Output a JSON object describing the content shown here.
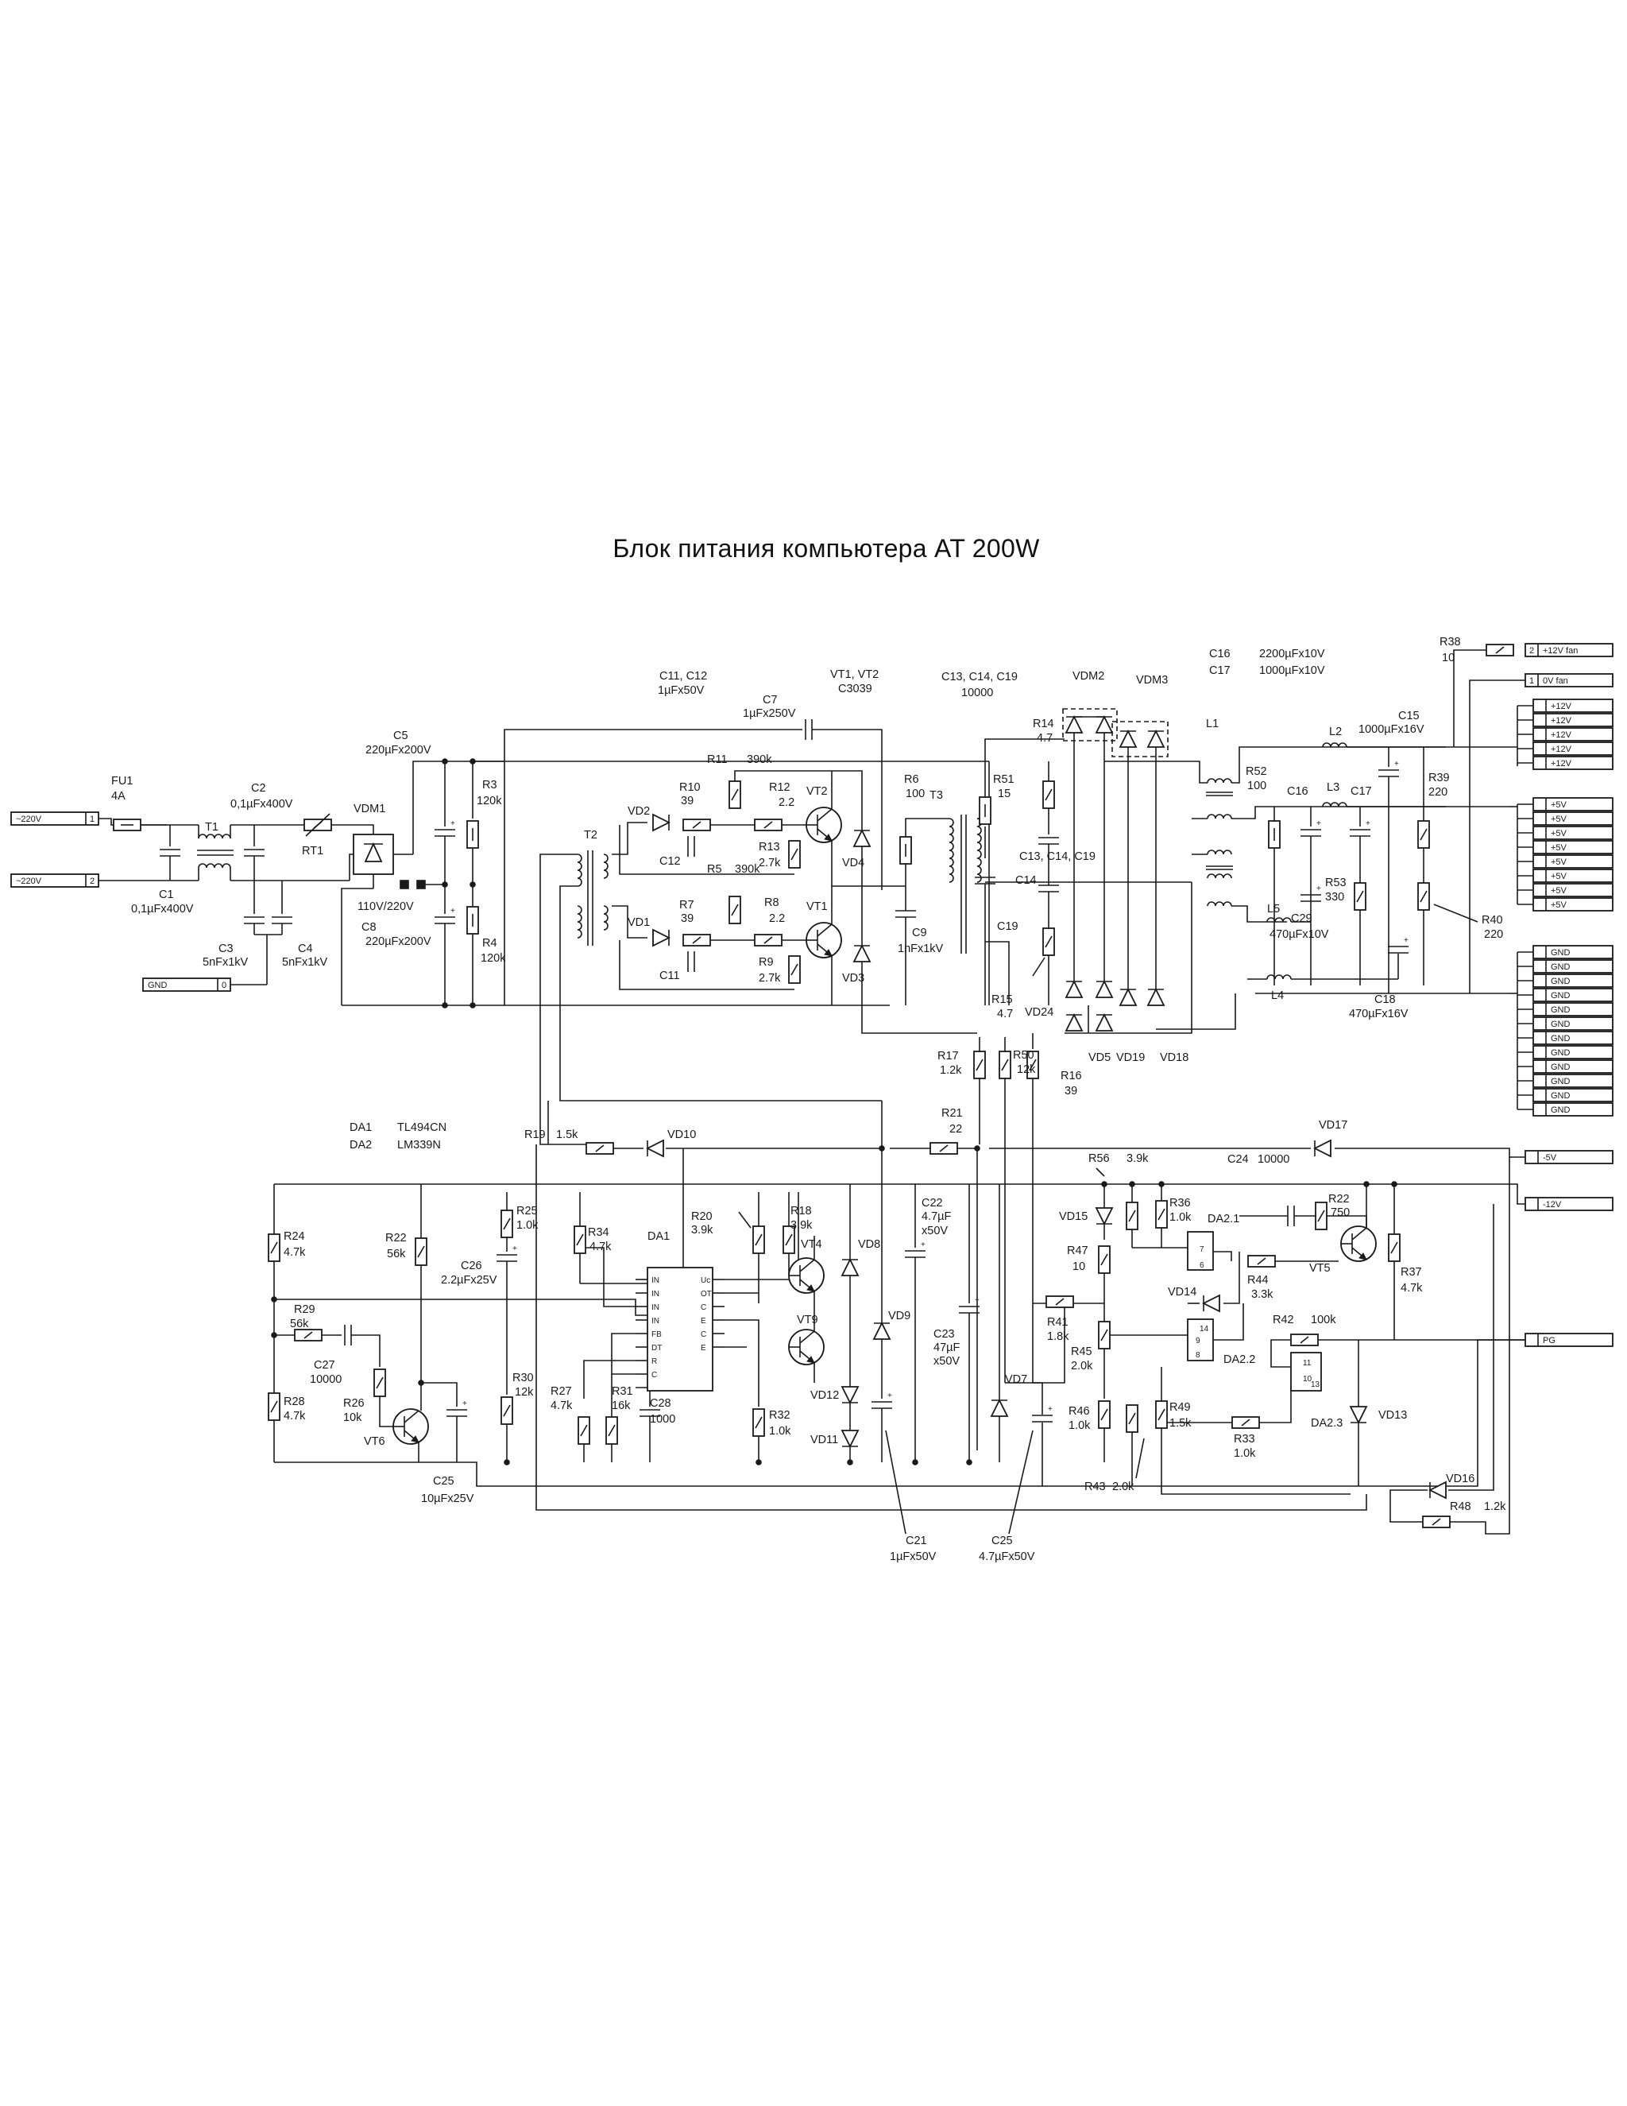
{
  "title": "Блок питания компьютера  AT 200W",
  "labels": {
    "c11c12": "C11, C12",
    "c11c12v": "1µFx50V",
    "vt12": "VT1, VT2",
    "vt12v": "C3039",
    "c7": "C7",
    "c7v": "1µFx250V",
    "c13": "C13, C14, C19",
    "c13v": "10000",
    "vdm2": "VDM2",
    "vdm3": "VDM3",
    "c16": "C16",
    "c17": "C17",
    "c16v": "2200µFx10V",
    "c17v": "1000µFx10V",
    "r38": "R38",
    "r38v": "10",
    "fu1": "FU1",
    "fu1v": "4A",
    "c2": "C2",
    "c2v": "0,1µFx400V",
    "t1": "T1",
    "rt1": "RT1",
    "vdm1": "VDM1",
    "c5": "C5",
    "c5v": "220µFx200V",
    "r3": "R3",
    "r3v": "120k",
    "r4": "R4",
    "r4v": "120k",
    "c8": "C8",
    "c8v": "220µFx200V",
    "sw": "110V/220V",
    "c1": "C1",
    "c1v": "0,1µFx400V",
    "c3": "C3",
    "c3v": "5nFx1kV",
    "c4": "C4",
    "c4v": "5nFx1kV",
    "r11": "R11",
    "r11v": "390k",
    "r10": "R10",
    "r10v": "39",
    "r12": "R12",
    "r12v": "2.2",
    "vt2": "VT2",
    "vt1": "VT1",
    "vd2": "VD2",
    "vd1": "VD1",
    "c12": "C12",
    "c11": "C11",
    "r5": "R5",
    "r5v": "390k",
    "r13": "R13",
    "r13v": "2.7k",
    "r7": "R7",
    "r7v": "39",
    "r8": "R8",
    "r8v": "2.2",
    "r9": "R9",
    "r9v": "2.7k",
    "vd4": "VD4",
    "vd3": "VD3",
    "t2": "T2",
    "t3": "T3",
    "r6": "R6",
    "r6v": "100",
    "c9": "C9",
    "c9v": "1nFx1kV",
    "r51": "R51",
    "r51v": "15",
    "r14": "R14",
    "r14v": "4.7",
    "c14": "C14",
    "c19": "C19",
    "r15": "R15",
    "r15v": "4.7",
    "vd24": "VD24",
    "vd5": "VD5",
    "vd19": "VD19",
    "vd18": "VD18",
    "l1": "L1",
    "l2": "L2",
    "l3": "L3",
    "l4": "L4",
    "l5": "L5",
    "c15": "C15",
    "c15v": "1000µFx16V",
    "r52": "R52",
    "r52v": "100",
    "r39": "R39",
    "r39v": "220",
    "r53": "R53",
    "r53v": "330",
    "c29": "C29",
    "c29v": "470µFx10V",
    "r40": "R40",
    "r40v": "220",
    "c18": "C18",
    "c18v": "470µFx16V",
    "r17": "R17",
    "r17v": "1.2k",
    "r50": "R50",
    "r50v": "12k",
    "r16": "R16",
    "r16v": "39",
    "da1": "DA1",
    "da1v": "TL494CN",
    "da2": "DA2",
    "da2v": "LM339N",
    "r19": "R19",
    "r19v": "1.5k",
    "vd10": "VD10",
    "r21": "R21",
    "r21v": "22",
    "vd17": "VD17",
    "r56": "R56",
    "r56v": "3.9k",
    "c24": "C24",
    "c24v": "10000",
    "r25": "R25",
    "r25v": "1.0k",
    "r24": "R24",
    "r24v": "4.7k",
    "r22": "R22",
    "r22v": "56k",
    "c26": "C26",
    "c26v": "2.2µFx25V",
    "r34": "R34",
    "r34v": "4.7k",
    "da1l": "DA1",
    "r20": "R20",
    "r20v": "3.9k",
    "r18": "R18",
    "r18v": "3.9k",
    "c22": "C22",
    "c22v": "4.7µF",
    "c22v2": "x50V",
    "vd8": "VD8",
    "vt4": "VT4",
    "vt9": "VT9",
    "vd9": "VD9",
    "vd15": "VD15",
    "r36": "R36",
    "r36v": "1.0k",
    "da21": "DA2.1",
    "r22b": "R22",
    "r22bv": "750",
    "r47": "R47",
    "r47v": "10",
    "r44": "R44",
    "r44v": "3.3k",
    "vt5": "VT5",
    "r37": "R37",
    "r37v": "4.7k",
    "vd14": "VD14",
    "r29": "R29",
    "r29v": "56k",
    "c27": "C27",
    "c27v": "10000",
    "r26": "R26",
    "r26v": "10k",
    "vt6": "VT6",
    "r28": "R28",
    "r28v": "4.7k",
    "r30": "R30",
    "r30v": "12k",
    "r27": "R27",
    "r27v": "4.7k",
    "r31": "R31",
    "r31v": "16k",
    "c28": "C28",
    "c28v": "1000",
    "r32": "R32",
    "r32v": "1.0k",
    "vd12": "VD12",
    "vd11": "VD11",
    "c23": "C23",
    "c23v": "47µF",
    "c23v2": "x50V",
    "vd7": "VD7",
    "r41": "R41",
    "r41v": "1.8k",
    "r45": "R45",
    "r45v": "2.0k",
    "da22": "DA2.2",
    "r42": "R42",
    "r42v": "100k",
    "da23": "DA2.3",
    "vd13": "VD13",
    "r46": "R46",
    "r46v": "1.0k",
    "r49": "R49",
    "r49v": "1.5k",
    "r33": "R33",
    "r33v": "1.0k",
    "c25a": "C25",
    "c25av": "10µFx25V",
    "r43": "R43",
    "r43v": "2.0k",
    "vd16": "VD16",
    "r48": "R48",
    "r48v": "1.2k",
    "c21": "C21",
    "c21v": "1µFx50V",
    "c25b": "C25",
    "c25bv": "4.7µFx50V"
  },
  "connectors": {
    "in1": {
      "label": "~220V",
      "pin": "1"
    },
    "in2": {
      "label": "~220V",
      "pin": "2"
    },
    "gnd": {
      "label": "GND",
      "pin": "0"
    },
    "fan12": {
      "label": "+12V fan",
      "pin": "2"
    },
    "fan0": {
      "label": "0V fan",
      "pin": "1"
    },
    "v12": [
      "+12V",
      "+12V",
      "+12V",
      "+12V",
      "+12V"
    ],
    "v5": [
      "+5V",
      "+5V",
      "+5V",
      "+5V",
      "+5V",
      "+5V",
      "+5V",
      "+5V"
    ],
    "gndo": [
      "GND",
      "GND",
      "GND",
      "GND",
      "GND",
      "GND",
      "GND",
      "GND",
      "GND",
      "GND",
      "GND",
      "GND"
    ],
    "m5": "-5V",
    "m12": "-12V",
    "pg": "PG"
  },
  "ic_pins": {
    "da1_left": [
      "IN",
      "IN",
      "IN",
      "IN",
      "FB",
      "DT",
      "R",
      "C"
    ],
    "da1_right": [
      "Uc",
      "OT",
      "C",
      "E",
      "C",
      "E"
    ],
    "da21": [
      "7",
      "6"
    ],
    "da22": [
      "14",
      "9",
      "8"
    ],
    "da23": [
      "11",
      "10",
      "13"
    ]
  }
}
